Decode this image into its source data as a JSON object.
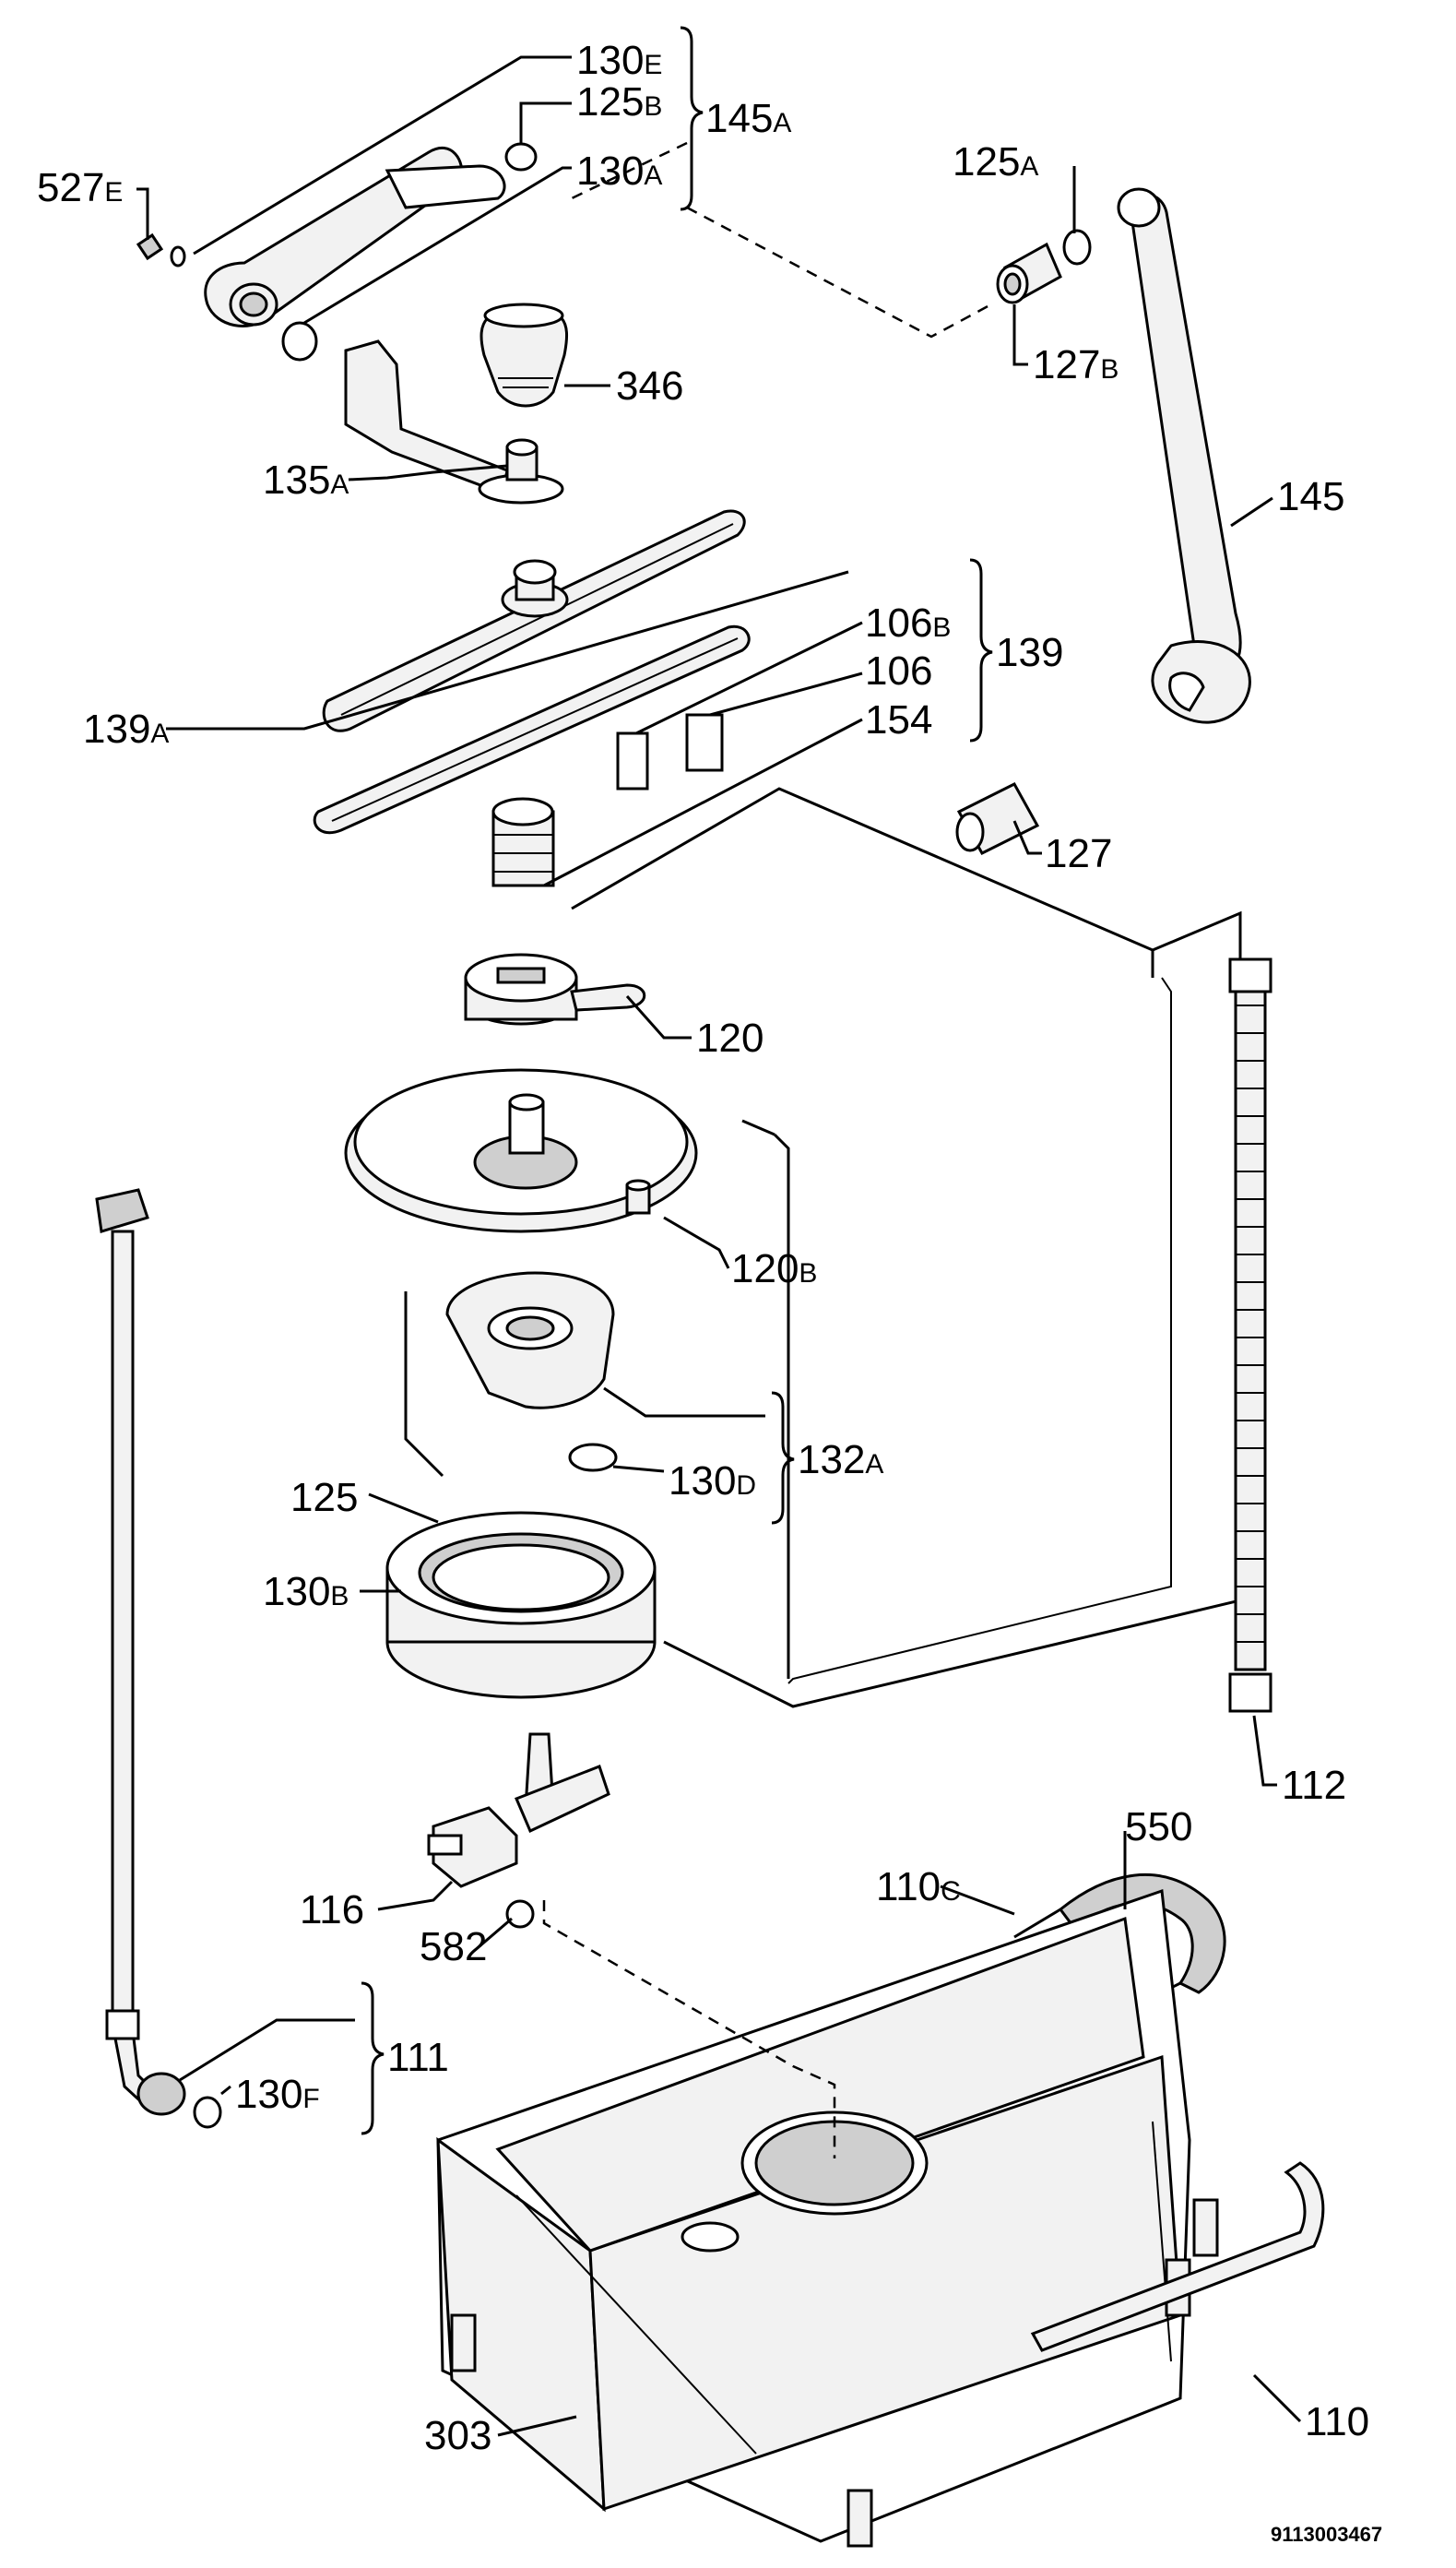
{
  "labels": {
    "l130e": {
      "num": "130",
      "suf": "E"
    },
    "l125b": {
      "num": "125",
      "suf": "B"
    },
    "l130a": {
      "num": "130",
      "suf": "A"
    },
    "l145a": {
      "num": "145",
      "suf": "A"
    },
    "l527e": {
      "num": "527",
      "suf": "E"
    },
    "l346": {
      "num": "346",
      "suf": ""
    },
    "l135a": {
      "num": "135",
      "suf": "A"
    },
    "l125a": {
      "num": "125",
      "suf": "A"
    },
    "l127b": {
      "num": "127",
      "suf": "B"
    },
    "l145": {
      "num": "145",
      "suf": ""
    },
    "l106b": {
      "num": "106",
      "suf": "B"
    },
    "l106": {
      "num": "106",
      "suf": ""
    },
    "l154": {
      "num": "154",
      "suf": ""
    },
    "l139": {
      "num": "139",
      "suf": ""
    },
    "l139a": {
      "num": "139",
      "suf": "A"
    },
    "l127": {
      "num": "127",
      "suf": ""
    },
    "l120": {
      "num": "120",
      "suf": ""
    },
    "l120b": {
      "num": "120",
      "suf": "B"
    },
    "l132a": {
      "num": "132",
      "suf": "A"
    },
    "l130d": {
      "num": "130",
      "suf": "D"
    },
    "l125": {
      "num": "125",
      "suf": ""
    },
    "l130b": {
      "num": "130",
      "suf": "B"
    },
    "l112": {
      "num": "112",
      "suf": ""
    },
    "l550": {
      "num": "550",
      "suf": ""
    },
    "l110c": {
      "num": "110",
      "suf": "C"
    },
    "l116": {
      "num": "116",
      "suf": ""
    },
    "l582": {
      "num": "582",
      "suf": ""
    },
    "l111": {
      "num": "111",
      "suf": ""
    },
    "l130f": {
      "num": "130",
      "suf": "F"
    },
    "l303": {
      "num": "303",
      "suf": ""
    },
    "l110": {
      "num": "110",
      "suf": ""
    }
  },
  "drawing_code": "9113003467"
}
